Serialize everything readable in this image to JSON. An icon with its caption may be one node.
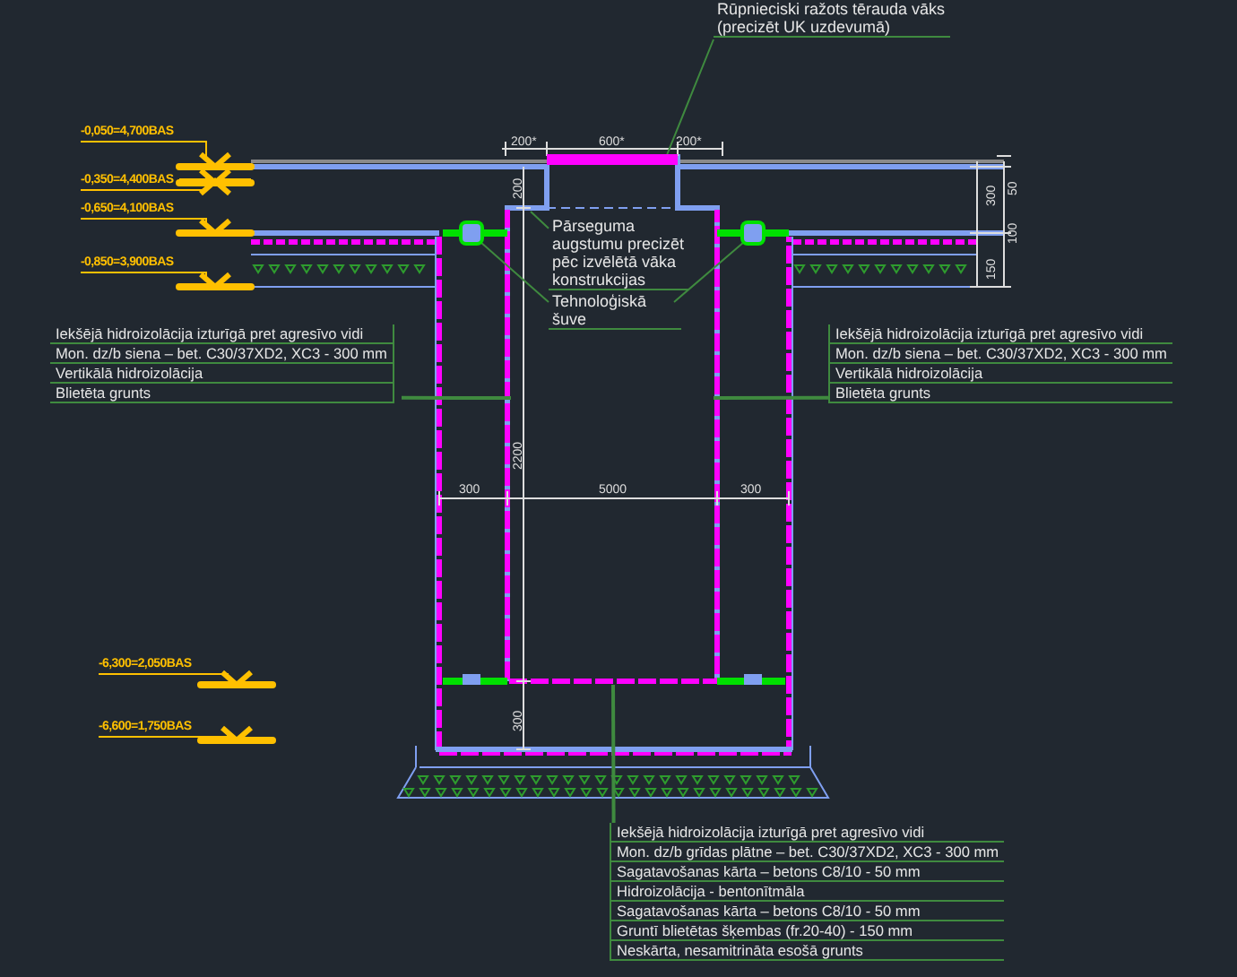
{
  "diagram": {
    "nodes": [
      {
        "text": [
          "Rūpnieciski ražots tērauda vāks (precizēt UK uzdevumā)"
        ]
      },
      {
        "text": [],
        "shape": "bar"
      },
      {
        "text": [
          "Pārseguma augstumu precizēt pēc izvēlētā vāka konstrukcijas"
        ]
      },
      {
        "text": [
          "Tehnoloģiskā šuve"
        ]
      },
      {
        "text": [],
        "shape": "circle"
      },
      {
        "text": [],
        "shape": "circle"
      },
      {
        "text": [
          "Iekšējā hidroizolācija izturīgā pret agresīvo vidi",
          "Mon. dz/b siena – bet. C30/37XD2, XC3 - 300 mm",
          "Vertikālā hidroizolācija",
          "Blietēta grunts"
        ]
      },
      {
        "text": [
          "Iekšējā hidroizolācija izturīgā pret agresīvo vidi",
          "Mon. dz/b siena – bet. C30/37XD2, XC3 - 300 mm",
          "Vertikālā hidroizolācija",
          "Blietēta grunts"
        ]
      },
      {
        "text": [
          "Iekšējā hidroizolācija izturīgā pret agresīvo vidi",
          "Mon. dz/b grīdas plātne – bet. C30/37XD2, XC3 - 300 mm",
          "Sagatavošanas kārta – betons C8/10 - 50 mm",
          "Hidroizolācija - bentonītmāla",
          "Sagatavošanas kārta – betons C8/10 - 50 mm",
          "Gruntī blietētas šķembas (fr.20-40) - 150 mm",
          "Neskārta, nesamitrināta esošā grunts"
        ]
      }
    ],
    "edges": [
      {
        "from": 0,
        "to": 1,
        "arrow": "none"
      },
      {
        "from": 2,
        "to": null,
        "arrow": "none"
      },
      {
        "from": 3,
        "to": 4,
        "arrow": "none"
      },
      {
        "from": 3,
        "to": 5,
        "arrow": "none"
      },
      {
        "from": 6,
        "to": null,
        "arrow": "none"
      },
      {
        "from": 7,
        "to": null,
        "arrow": "none"
      },
      {
        "from": 8,
        "to": null,
        "arrow": "none"
      }
    ],
    "labels": [
      "200*",
      "600*",
      "200*",
      "-0,050=4,700BAS",
      "-0,350=4,400BAS",
      "200",
      "300",
      "50",
      "-0,650=4,100BAS",
      "100",
      "-0,850=3,900BAS",
      "150",
      "2200",
      "300",
      "5000",
      "300",
      "-6,300=2,050BAS",
      "300",
      "-6,600=1,750BAS"
    ]
  }
}
